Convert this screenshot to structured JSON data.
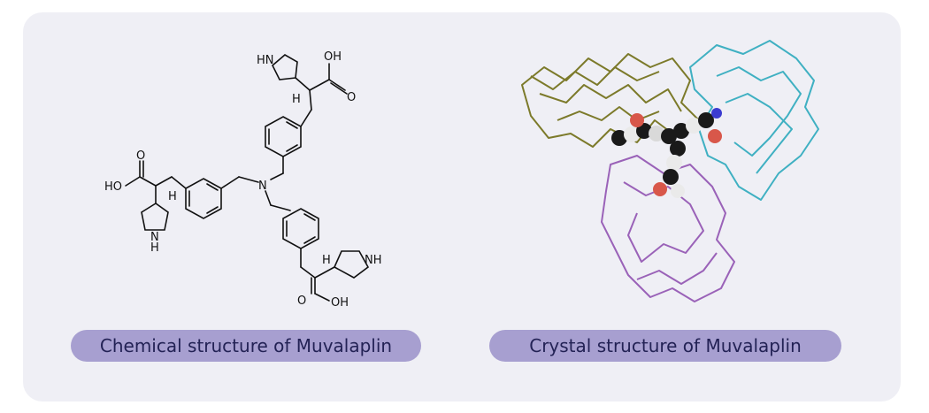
{
  "left_panel": {
    "caption": "Chemical structure of Muvalaplin",
    "atoms": {
      "nh_top": "HN",
      "oh_top": "OH",
      "o_top": "O",
      "h_top": "H",
      "ho_left": "HO",
      "o_left": "O",
      "h_left": "H",
      "n_center": "N",
      "nh_left": "N",
      "h_nh_left": "H",
      "h_right": "H",
      "nh_right": "NH",
      "o_bottom": "O",
      "oh_bottom": "OH"
    }
  },
  "right_panel": {
    "caption": "Crystal structure of Muvalaplin"
  },
  "colors": {
    "background": "#efeff5",
    "pill": "#a79fd0",
    "pill_text": "#232255",
    "chain_olive": "#7c7a2a",
    "chain_cyan": "#3fb0c2",
    "chain_purple": "#9a62b8",
    "ligand": "#1a1a1a"
  }
}
